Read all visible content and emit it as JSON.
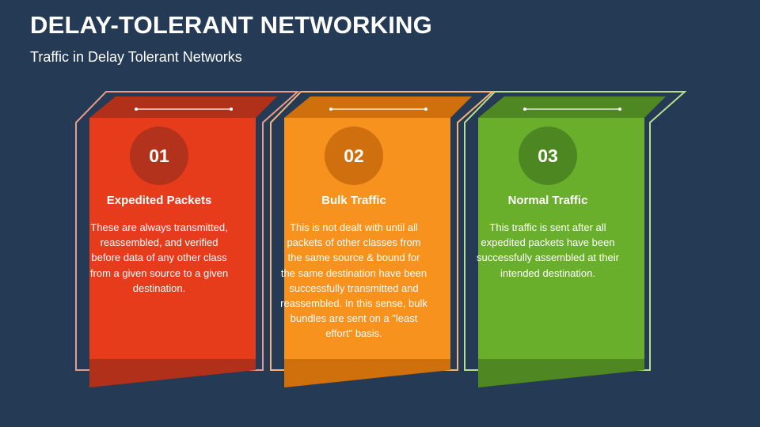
{
  "header": {
    "title": "DELAY-TOLERANT NETWORKING",
    "subtitle": "Traffic in Delay Tolerant Networks"
  },
  "cards": [
    {
      "number": "01",
      "title": "Expedited Packets",
      "description": "These are always transmitted, reassembled, and verified before data of any other class from a given source to a given destination.",
      "colors": {
        "main": "#e63c1c",
        "dark": "#b0301a",
        "circle": "#b3321b",
        "outline": "#e99a8a"
      }
    },
    {
      "number": "02",
      "title": "Bulk Traffic",
      "description": "This is not dealt with until all packets of other classes from the same source & bound for the same destination have been successfully transmitted and reassembled. In this sense, bulk bundles are sent on a \"least effort\" basis.",
      "colors": {
        "main": "#f7921e",
        "dark": "#d0700c",
        "circle": "#cf6f0d",
        "outline": "#f6b47a"
      }
    },
    {
      "number": "03",
      "title": "Normal Traffic",
      "description": "This traffic is sent after all expedited packets have been successfully assembled at their intended destination.",
      "colors": {
        "main": "#6aaf2c",
        "dark": "#4f8722",
        "circle": "#4d8721",
        "outline": "#b9dc8e"
      }
    }
  ]
}
